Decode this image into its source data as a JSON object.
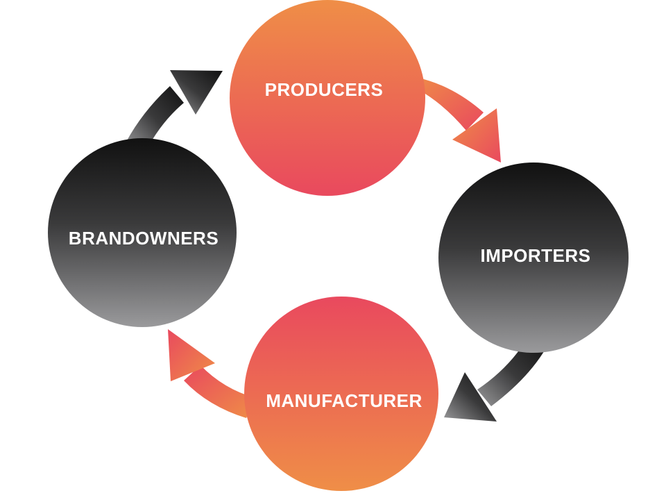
{
  "nodes": {
    "producers": {
      "label": "PRODUCERS"
    },
    "importers": {
      "label": "IMPORTERS"
    },
    "manufacturer": {
      "label": "MANUFACTURER"
    },
    "brandowners": {
      "label": "BRANDOWNERS"
    }
  },
  "colors": {
    "orange": "#ef8e47",
    "red": "#e9495e",
    "dark": "#111111",
    "grey": "#9a9a9c"
  }
}
